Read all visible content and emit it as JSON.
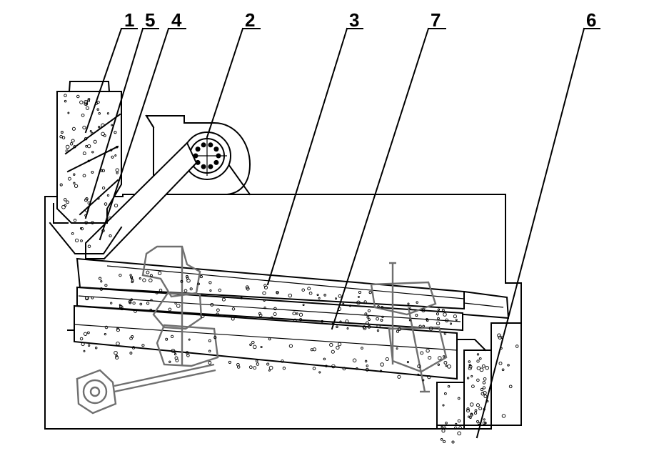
{
  "labels": [
    {
      "id": "1",
      "text": "1"
    },
    {
      "id": "5",
      "text": "5"
    },
    {
      "id": "4",
      "text": "4"
    },
    {
      "id": "2",
      "text": "2"
    },
    {
      "id": "3",
      "text": "3"
    },
    {
      "id": "7",
      "text": "7"
    },
    {
      "id": "6",
      "text": "6"
    }
  ],
  "colors": {
    "line": "#000000",
    "mechanism": "#6f6f6f",
    "background": "#ffffff"
  }
}
